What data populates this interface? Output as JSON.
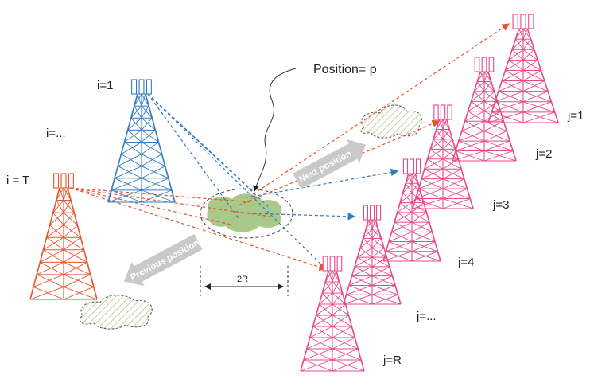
{
  "labels": {
    "position": "Position= p",
    "next_position": "Next position",
    "previous_position": "Previous position",
    "two_r": "2R"
  },
  "tx_towers": [
    {
      "label": "i=1",
      "color": "#2f7bc4"
    },
    {
      "label": "i=...",
      "color": null
    },
    {
      "label": "i = T",
      "color": "#e8542a"
    }
  ],
  "rx_towers": [
    {
      "label": "j=1"
    },
    {
      "label": "j=2"
    },
    {
      "label": "j=3"
    },
    {
      "label": "j=4"
    },
    {
      "label": "j=..."
    },
    {
      "label": "j=R"
    }
  ],
  "colors": {
    "tx_blue": "#2f7bc4",
    "tx_orange": "#e8542a",
    "rx_pink": "#e8488a",
    "area_green": "#a9c98a",
    "arrow_gray": "#c9c9c9"
  }
}
